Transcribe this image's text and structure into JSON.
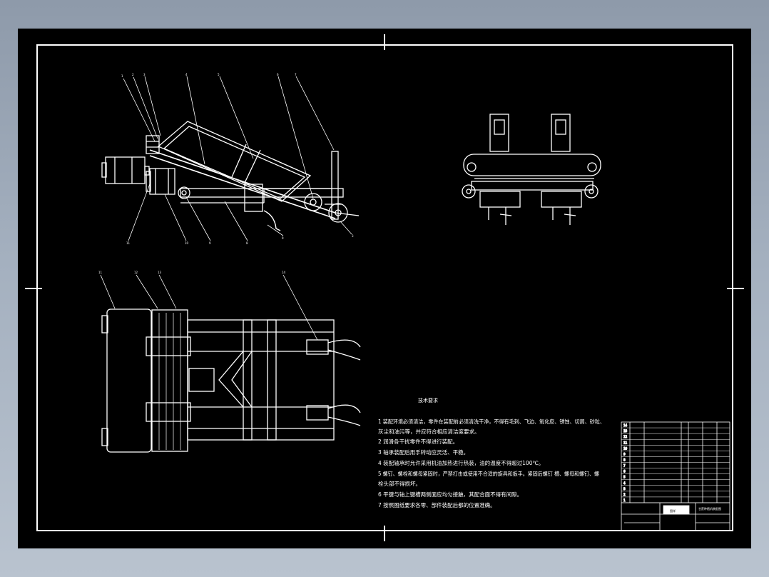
{
  "viewport": {
    "background": "#000000",
    "line_color": "#ffffff"
  },
  "tech_requirements": {
    "title": "技术要求",
    "items": [
      "1 装配环境必须清洁，零件在装配前必须清洗干净，不得有毛刺、飞边、氧化皮、锈蚀、切屑、砂粒、",
      "灰尘和油污等，并应符合相应清洁度要求。",
      "2 润滑各干扰零件不得进行装配。",
      "3 轴承装配后用手转动应灵活、平稳。",
      "4 装配轴承时允许采用机油加热进行热装，油的温度不得超过100℃。",
      "5 螺钉、螺栓和螺母紧固时，严禁打击或使用不合适的旋具和扳手。紧固后螺钉  槽、螺母和螺钉、螺",
      "栓头部不得损坏。",
      "6 平键与轴上键槽两侧面应均匀接触，其配合面不得有间隙。",
      "7 按照图纸要求各零、部件装配后都的位置准确。"
    ]
  },
  "callouts": {
    "side_view_top": [
      "1",
      "2",
      "3",
      "4",
      "5",
      "6",
      "7"
    ],
    "side_view_bottom": [
      "11",
      "10",
      "9",
      "8",
      "9",
      "3"
    ],
    "plan_view": [
      "11",
      "12",
      "13",
      "14"
    ]
  },
  "title_block": {
    "rows": [
      "1",
      "2",
      "3",
      "4",
      "5",
      "6",
      "7",
      "8",
      "9",
      "10",
      "11",
      "12",
      "13",
      "14"
    ],
    "stamp": "图样",
    "drawing_title": "甘蔗种植机装配图"
  }
}
